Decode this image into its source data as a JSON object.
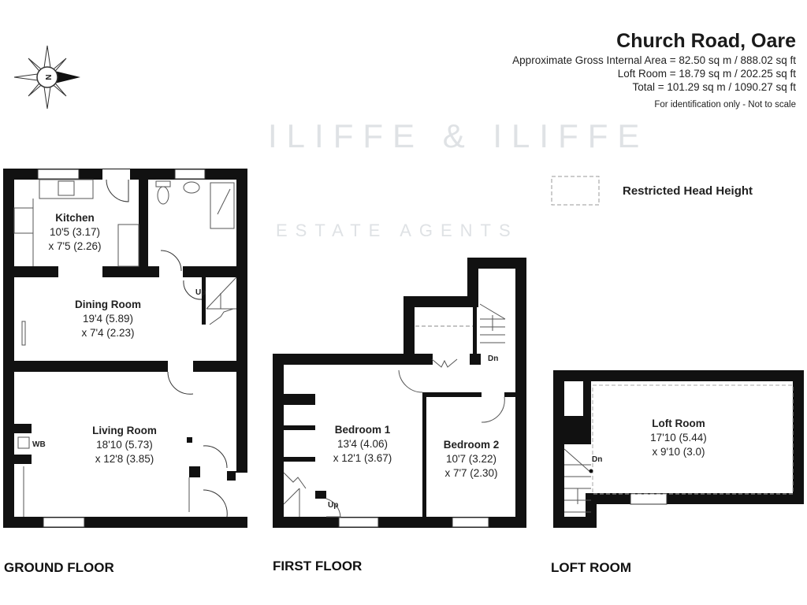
{
  "header": {
    "title": "Church Road, Oare",
    "gross_area": "Approximate Gross Internal Area = 82.50 sq m / 888.02 sq ft",
    "loft_area": "Loft Room = 18.79 sq m / 202.25 sq ft",
    "total_area": "Total = 101.29 sq m / 1090.27 sq ft",
    "disclaimer": "For identification only - Not to scale"
  },
  "legend": {
    "restricted_head_height": "Restricted Head Height"
  },
  "compass": {
    "label": "N"
  },
  "watermark": {
    "line1": "ILIFFE & ILIFFE",
    "line2": "ESTATE AGENTS"
  },
  "floors": {
    "ground": {
      "label": "GROUND FLOOR",
      "rooms": [
        {
          "name": "Kitchen",
          "dim1": "10'5 (3.17)",
          "dim2": "x 7'5 (2.26)"
        },
        {
          "name": "Dining Room",
          "dim1": "19'4 (5.89)",
          "dim2": "x 7'4 (2.23)"
        },
        {
          "name": "Living Room",
          "dim1": "18'10 (5.73)",
          "dim2": "x 12'8 (3.85)"
        }
      ],
      "marks": {
        "up": "Up",
        "wb": "WB"
      }
    },
    "first": {
      "label": "FIRST FLOOR",
      "rooms": [
        {
          "name": "Bedroom 1",
          "dim1": "13'4 (4.06)",
          "dim2": "x 12'1 (3.67)"
        },
        {
          "name": "Bedroom 2",
          "dim1": "10'7 (3.22)",
          "dim2": "x 7'7 (2.30)"
        }
      ],
      "marks": {
        "up": "Up",
        "dn": "Dn"
      }
    },
    "loft": {
      "label": "LOFT ROOM",
      "rooms": [
        {
          "name": "Loft Room",
          "dim1": "17'10 (5.44)",
          "dim2": "x 9'10 (3.0)"
        }
      ],
      "marks": {
        "dn": "Dn"
      }
    }
  },
  "colors": {
    "wall": "#111111",
    "watermark": "#e6e8ea",
    "text": "#222222"
  }
}
